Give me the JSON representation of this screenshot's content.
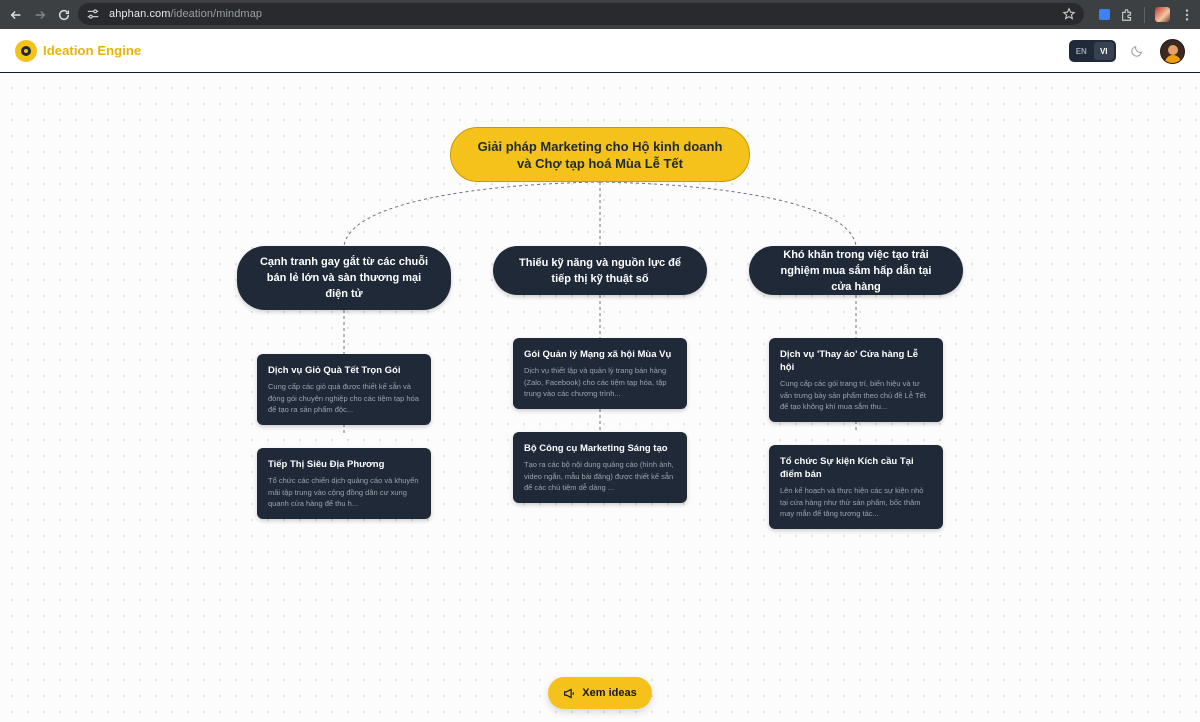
{
  "browser": {
    "url_host": "ahphan.com",
    "url_path": "/ideation/mindmap"
  },
  "header": {
    "brand_name": "Ideation Engine",
    "lang_options": [
      "EN",
      "VI"
    ],
    "active_lang": "VI"
  },
  "mindmap": {
    "root": "Giải pháp Marketing cho Hộ kinh doanh và Chợ tạp hoá Mùa Lễ Tết",
    "categories": [
      {
        "title": "Cạnh tranh gay gắt từ các chuỗi bán lẻ lớn và sàn thương mại điện tử",
        "ideas": [
          {
            "title": "Dịch vụ Giỏ Quà Tết Trọn Gói",
            "desc": "Cung cấp các giỏ quà được thiết kế sẵn và đóng gói chuyên nghiệp cho các tiệm tạp hóa để tạo ra sản phẩm độc..."
          },
          {
            "title": "Tiếp Thị Siêu Địa Phương",
            "desc": "Tổ chức các chiến dịch quảng cáo và khuyến mãi tập trung vào cộng đồng dân cư xung quanh cửa hàng để thu h..."
          }
        ]
      },
      {
        "title": "Thiếu kỹ năng và nguồn lực để tiếp thị kỹ thuật số",
        "ideas": [
          {
            "title": "Gói Quản lý Mạng xã hội Mùa Vụ",
            "desc": "Dịch vụ thiết lập và quản lý trang bán hàng (Zalo, Facebook) cho các tiệm tạp hóa, tập trung vào các chương trình..."
          },
          {
            "title": "Bộ Công cụ Marketing Sáng tạo",
            "desc": "Tạo ra các bộ nội dung quảng cáo (hình ảnh, video ngắn, mẫu bài đăng) được thiết kế sẵn để các chủ tiệm dễ dàng ..."
          }
        ]
      },
      {
        "title": "Khó khăn trong việc tạo trải nghiệm mua sắm hấp dẫn tại cửa hàng",
        "ideas": [
          {
            "title": "Dịch vụ 'Thay áo' Cửa hàng Lễ hội",
            "desc": "Cung cấp các gói trang trí, biển hiệu và tư vấn trưng bày sản phẩm theo chủ đề Lễ Tết để tạo không khí mua sắm thu..."
          },
          {
            "title": "Tổ chức Sự kiện Kích cầu Tại điểm bán",
            "desc": "Lên kế hoạch và thực hiện các sự kiện nhỏ tại cửa hàng như thử sản phẩm, bốc thăm may mắn để tăng tương tác..."
          }
        ]
      }
    ]
  },
  "cta": {
    "label": "Xem ideas"
  },
  "colors": {
    "accent": "#f4c21a",
    "node_dark": "#1f2937"
  }
}
